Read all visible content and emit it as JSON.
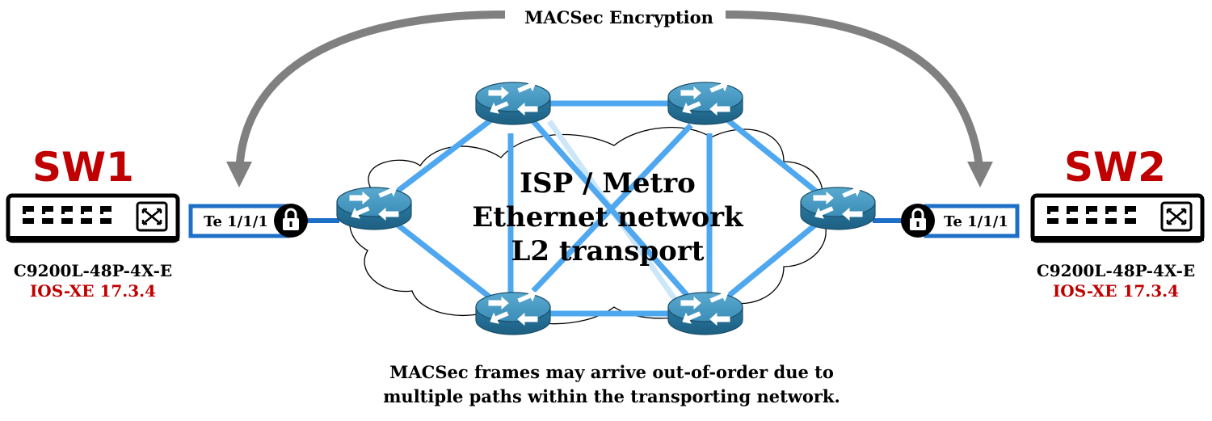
{
  "top_label": "MACSec Encryption",
  "cloud_text": [
    "ISP / Metro",
    "Ethernet network",
    "L2 transport"
  ],
  "note": [
    "MACSec frames may arrive out-of-order due to",
    "multiple paths within the transporting network."
  ],
  "sw1": {
    "name": "SW1",
    "model": "C9200L-48P-4X-E",
    "os": "IOS-XE 17.3.4",
    "port": "Te 1/1/1"
  },
  "sw2": {
    "name": "SW2",
    "model": "C9200L-48P-4X-E",
    "os": "IOS-XE 17.3.4",
    "port": "Te 1/1/1"
  },
  "colors": {
    "accent": "#c00000",
    "link": "#4fa8ef",
    "link_faint": "#cce6fa",
    "access_link": "#1e6fc7",
    "arrow": "#808080",
    "router": "#2e7fa6"
  },
  "icons": [
    "switch-icon",
    "router-icon",
    "lock-icon",
    "cloud-icon",
    "curved-arrow-icon"
  ]
}
